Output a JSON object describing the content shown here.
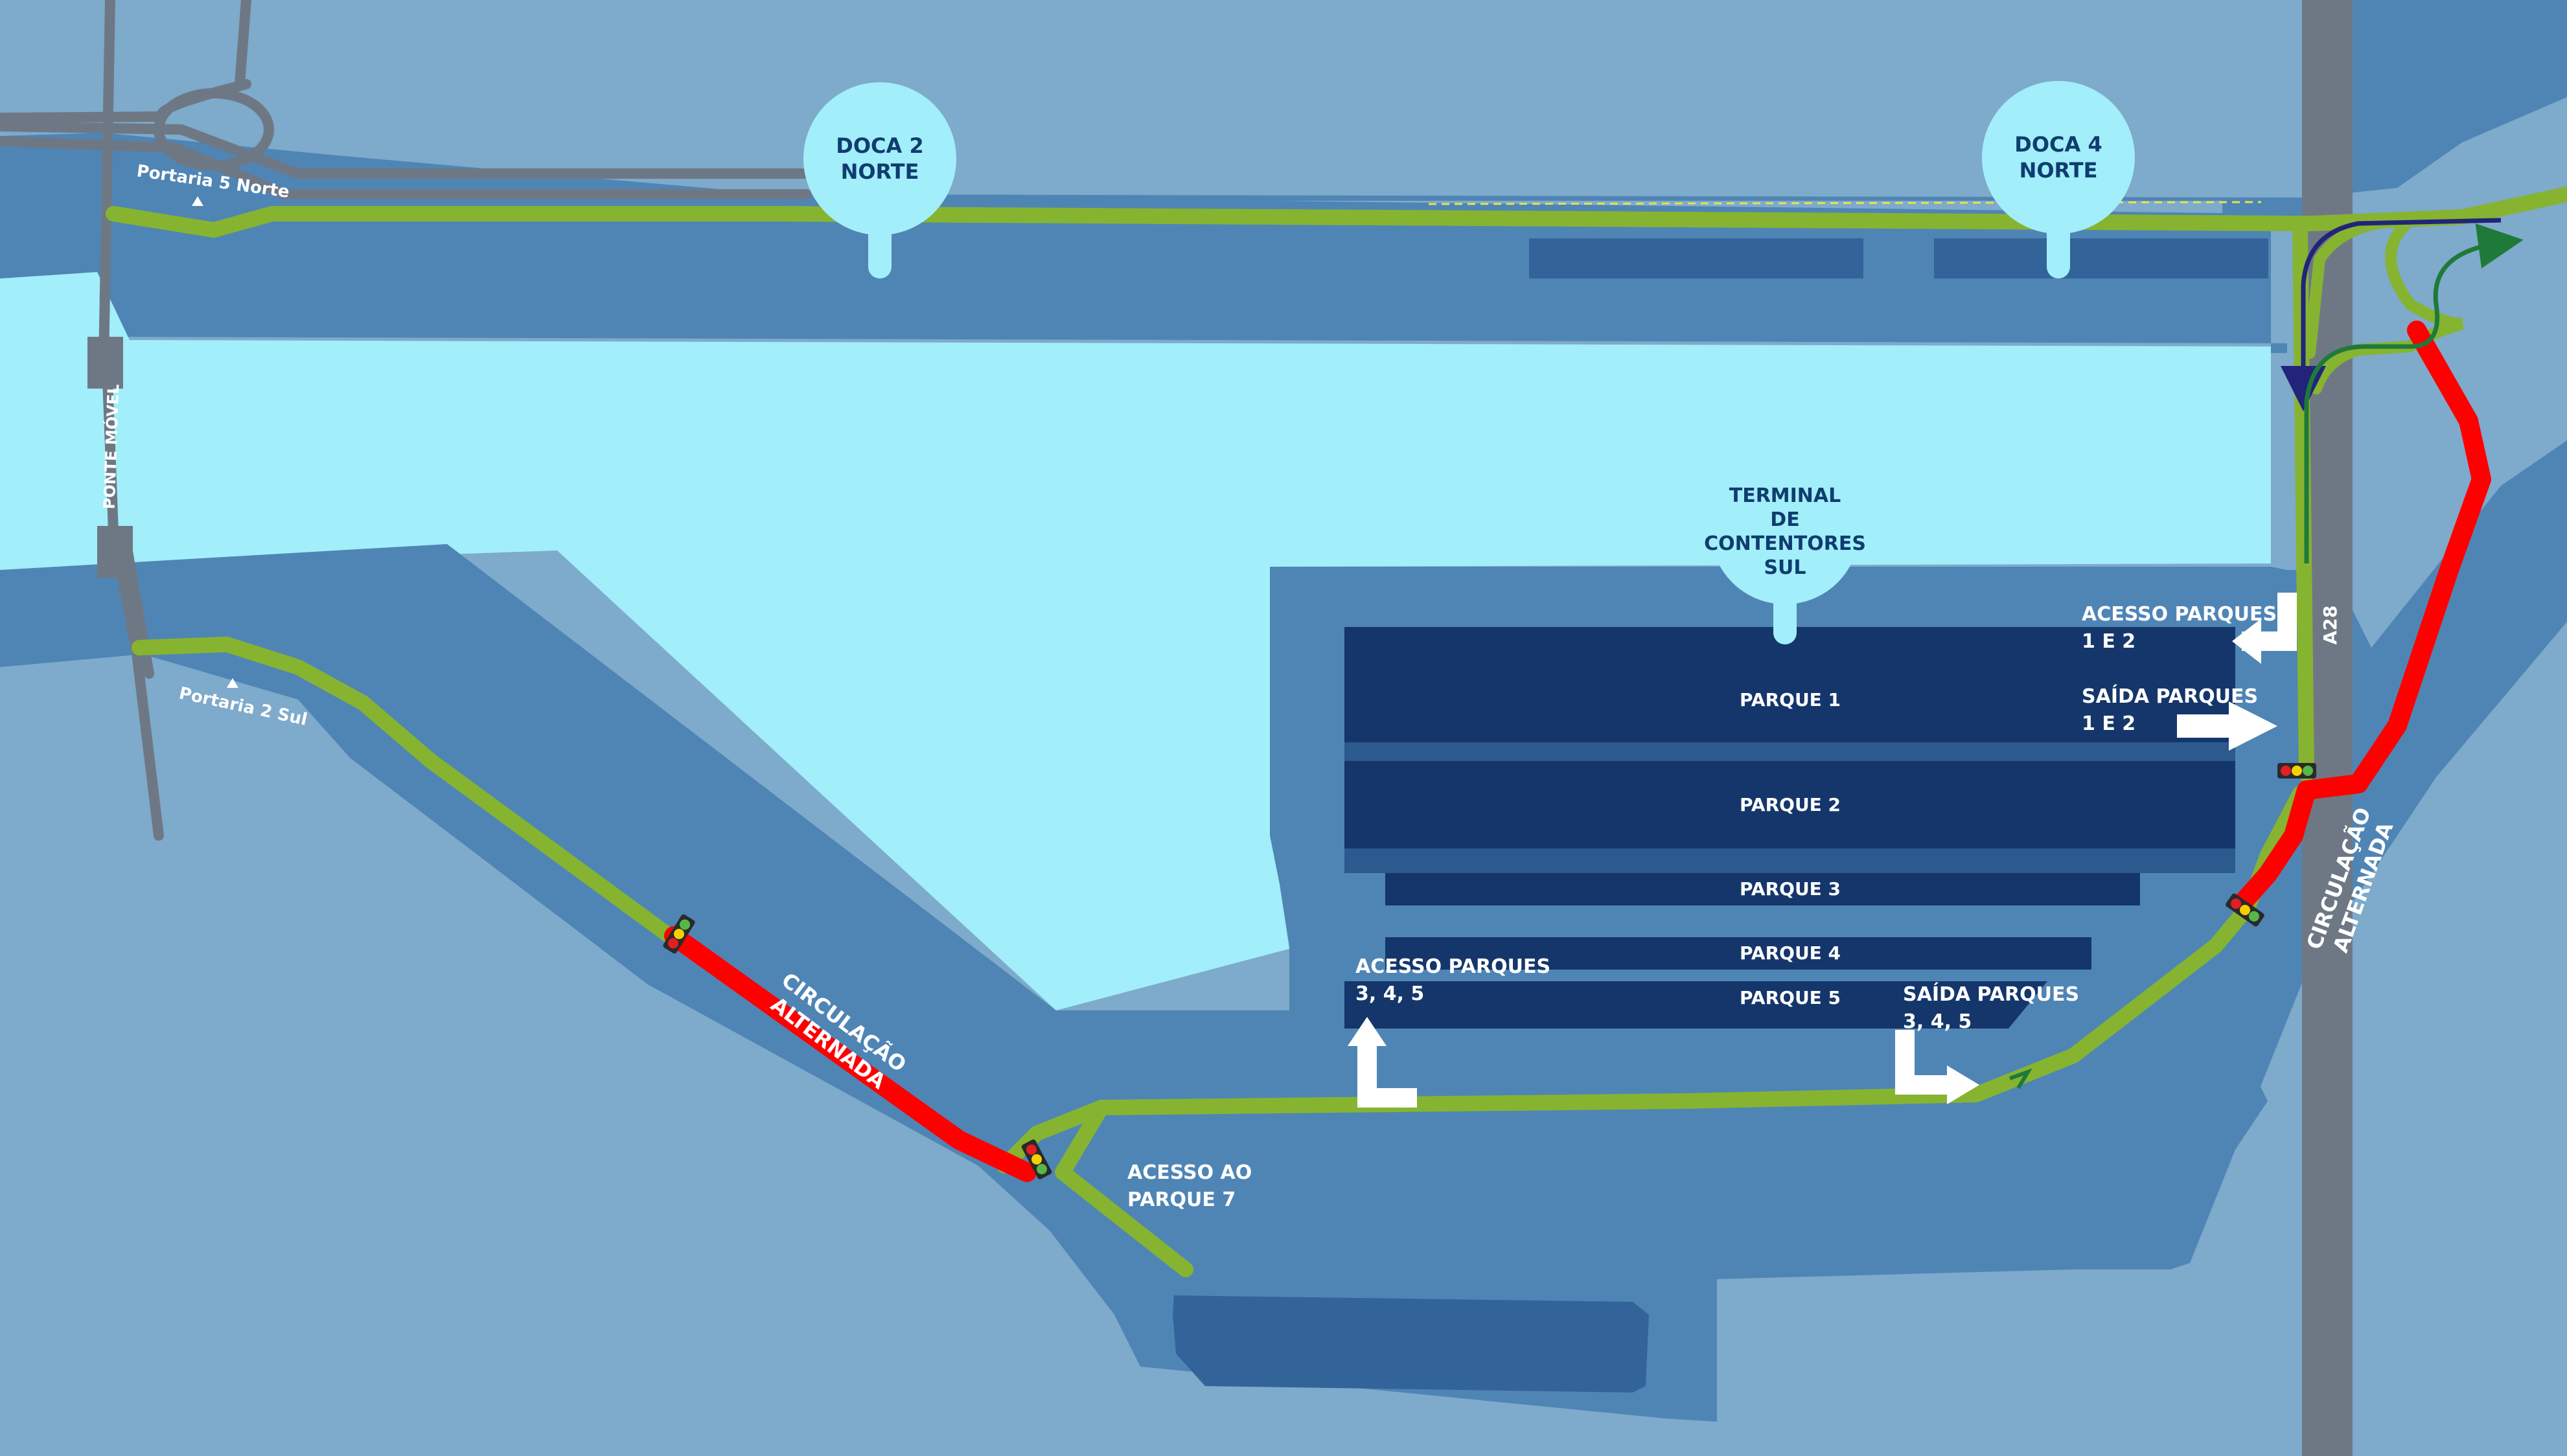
{
  "colors": {
    "sea": "#7eaacb",
    "quay": "#4f85b5",
    "water": "#a2eefa",
    "park": "#14366b",
    "storage": "#32649a",
    "route": "#86b430",
    "alternating": "#ff0000",
    "highway": "#6e7885",
    "callout": "#a2eefa",
    "label_dark": "#0e3d6e",
    "arrow_navy": "#22247a",
    "arrow_green": "#1f7a3a"
  },
  "callouts": {
    "doca2": {
      "line1": "DOCA 2",
      "line2": "NORTE"
    },
    "doca4": {
      "line1": "DOCA 4",
      "line2": "NORTE"
    },
    "terminal": {
      "line1": "TERMINAL",
      "line2": "DE",
      "line3": "CONTENTORES",
      "line4": "SUL"
    }
  },
  "parks": {
    "p1": "PARQUE 1",
    "p2": "PARQUE 2",
    "p3": "PARQUE 3",
    "p4": "PARQUE 4",
    "p5": "PARQUE 5"
  },
  "labels": {
    "acesso_parques_12": {
      "line1": "ACESSO PARQUES",
      "line2": "1 E 2"
    },
    "saida_parques_12": {
      "line1": "SAÍDA PARQUES",
      "line2": "1 E 2"
    },
    "acesso_parques_345": {
      "line1": "ACESSO PARQUES",
      "line2": "3, 4, 5"
    },
    "saida_parques_345": {
      "line1": "SAÍDA PARQUES",
      "line2": "3, 4, 5"
    },
    "acesso_parque_7": {
      "line1": "ACESSO AO",
      "line2": "PARQUE 7"
    },
    "circulacao_west": {
      "line1": "CIRCULAÇÃO",
      "line2": "ALTERNADA"
    },
    "circulacao_east": {
      "line1": "CIRCULAÇÃO",
      "line2": "ALTERNADA"
    },
    "a28": "A28",
    "ponte_movel": "PONTE MÓVEL",
    "portaria_5_norte": "Portaria 5 Norte",
    "portaria_2_sul": "Portaria 2 Sul"
  },
  "icons": [
    "traffic-light-icon",
    "turn-arrow-icon",
    "direction-arrow-icon",
    "location-pin-icon"
  ]
}
